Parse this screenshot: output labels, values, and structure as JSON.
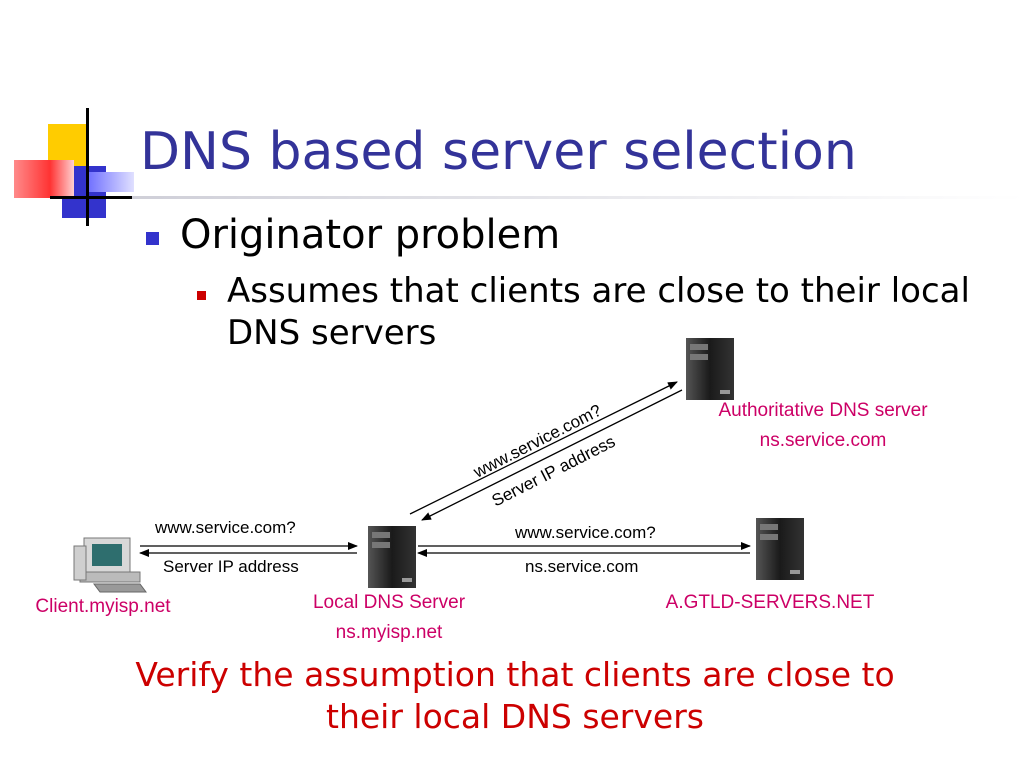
{
  "slide": {
    "title": "DNS based server selection",
    "bullet1": "Originator problem",
    "bullet2": "Assumes that clients are close to their local DNS servers",
    "conclusion_line1": "Verify the assumption that clients are close to",
    "conclusion_line2": "their local DNS servers"
  },
  "nodes": {
    "client": {
      "label": "Client.myisp.net",
      "icon": "desktop-computer-icon"
    },
    "local_dns": {
      "label_line1": "Local DNS Server",
      "label_line2": "ns.myisp.net",
      "icon": "server-tower-icon"
    },
    "authoritative": {
      "label_line1": "Authoritative DNS server",
      "label_line2": "ns.service.com",
      "icon": "server-tower-icon"
    },
    "gtld": {
      "label": "A.GTLD-SERVERS.NET",
      "icon": "server-tower-icon"
    }
  },
  "messages": {
    "client_query": "www.service.com?",
    "client_reply": "Server IP address",
    "gtld_query": "www.service.com?",
    "gtld_reply": "ns.service.com",
    "auth_query": "www.service.com?",
    "auth_reply": "Server IP address"
  },
  "colors": {
    "title": "#333399",
    "node_label": "#cc0066",
    "conclusion": "#cc0000",
    "bullet1": "#3333cc",
    "bullet2": "#cc0000"
  }
}
